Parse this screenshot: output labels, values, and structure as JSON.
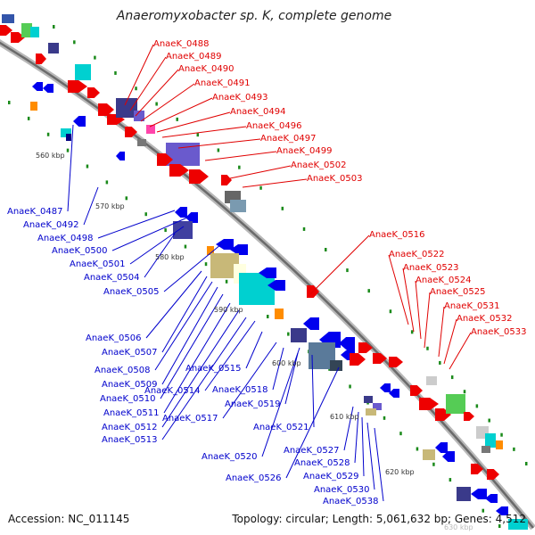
{
  "title": "Anaeromyxobacter sp. K, complete genome",
  "accession": "Accession: NC_011145",
  "summary": "Topology: circular; Length: 5,061,632 bp; Genes: 4,512",
  "colors": {
    "forward_label": "#e00000",
    "reverse_label": "#0000cc",
    "backbone": "#8c8c8c",
    "tick": "#1a8a1a"
  },
  "scale_labels": [
    "560 kbp",
    "570 kbp",
    "580 kbp",
    "590 kbp",
    "600 kbp",
    "610 kbp",
    "620 kbp",
    "630 kbp"
  ],
  "forward_genes": [
    "AnaeK_0488",
    "AnaeK_0489",
    "AnaeK_0490",
    "AnaeK_0491",
    "AnaeK_0493",
    "AnaeK_0494",
    "AnaeK_0496",
    "AnaeK_0497",
    "AnaeK_0499",
    "AnaeK_0502",
    "AnaeK_0503",
    "AnaeK_0516",
    "AnaeK_0522",
    "AnaeK_0523",
    "AnaeK_0524",
    "AnaeK_0525",
    "AnaeK_0531",
    "AnaeK_0532",
    "AnaeK_0533"
  ],
  "reverse_genes": [
    "AnaeK_0487",
    "AnaeK_0492",
    "AnaeK_0498",
    "AnaeK_0500",
    "AnaeK_0501",
    "AnaeK_0504",
    "AnaeK_0505",
    "AnaeK_0506",
    "AnaeK_0507",
    "AnaeK_0508",
    "AnaeK_0509",
    "AnaeK_0510",
    "AnaeK_0511",
    "AnaeK_0512",
    "AnaeK_0513",
    "AnaeK_0514",
    "AnaeK_0515",
    "AnaeK_0517",
    "AnaeK_0518",
    "AnaeK_0519",
    "AnaeK_0520",
    "AnaeK_0521",
    "AnaeK_0526",
    "AnaeK_0527",
    "AnaeK_0528",
    "AnaeK_0529",
    "AnaeK_0530",
    "AnaeK_0538"
  ]
}
